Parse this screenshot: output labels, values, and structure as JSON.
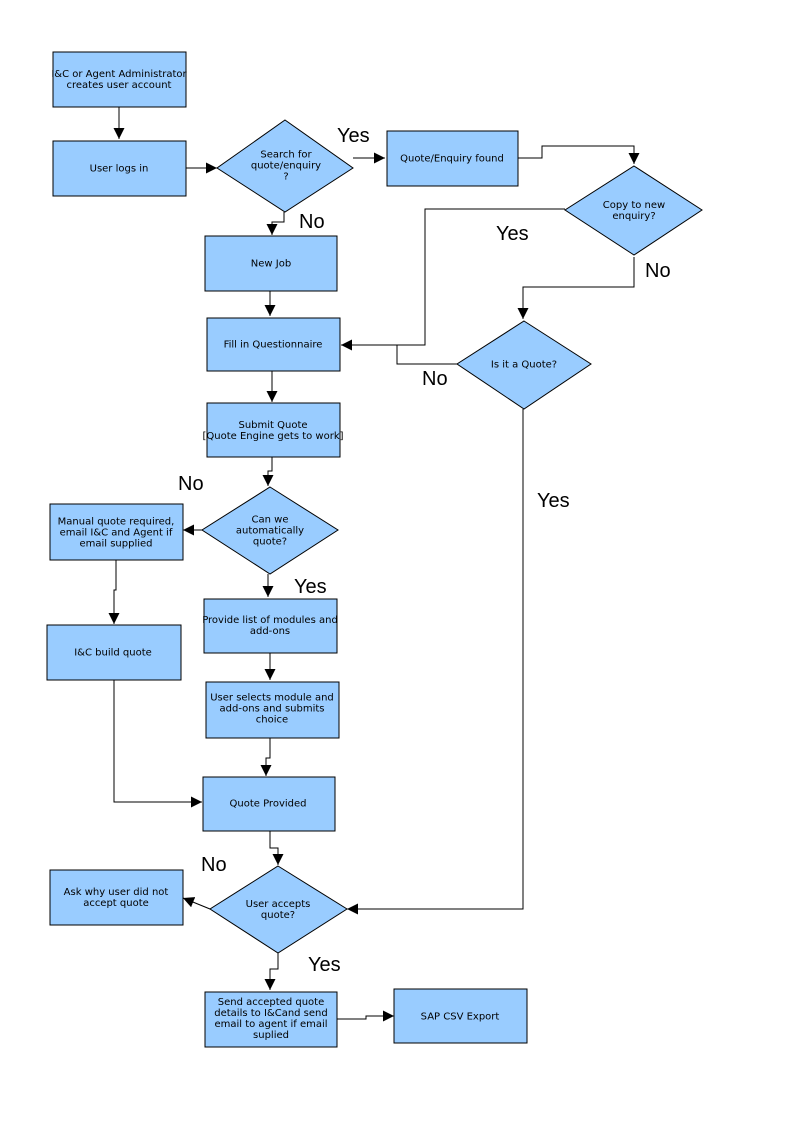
{
  "nodes": {
    "admin_creates_account": [
      "I&C or Agent Administrator",
      "creates user account"
    ],
    "user_logs_in": [
      "User logs in"
    ],
    "search_decision": [
      "Search for",
      "quote/enquiry",
      "?"
    ],
    "quote_found": [
      "Quote/Enquiry found"
    ],
    "copy_decision": [
      "Copy to new",
      "enquiry?"
    ],
    "new_job": [
      "New Job"
    ],
    "fill_questionnaire": [
      "Fill in Questionnaire"
    ],
    "is_quote_decision": [
      "Is it a Quote?"
    ],
    "submit_quote": [
      "Submit Quote",
      "[Quote Engine gets to work]"
    ],
    "auto_quote_decision": [
      "Can we",
      "automatically",
      "quote?"
    ],
    "manual_quote": [
      "Manual quote required,",
      "email I&C and Agent if",
      "email supplied"
    ],
    "provide_modules": [
      "Provide list of modules and",
      "add-ons"
    ],
    "ic_build_quote": [
      "I&C build quote"
    ],
    "user_selects": [
      "User selects module and",
      "add-ons and submits",
      "choice"
    ],
    "quote_provided": [
      "Quote Provided"
    ],
    "ask_why": [
      "Ask why user did not",
      "accept quote"
    ],
    "accepts_decision": [
      "User accepts",
      "quote?"
    ],
    "send_details": [
      "Send accepted quote",
      "details to I&Cand send",
      "email to agent if email",
      "suplied"
    ],
    "sap_export": [
      "SAP CSV Export"
    ]
  },
  "edge_labels": {
    "search_yes": "Yes",
    "search_no": "No",
    "copy_yes": "Yes",
    "copy_no": "No",
    "is_quote_no": "No",
    "is_quote_yes": "Yes",
    "auto_no": "No",
    "auto_yes": "Yes",
    "accept_no": "No",
    "accept_yes": "Yes"
  }
}
